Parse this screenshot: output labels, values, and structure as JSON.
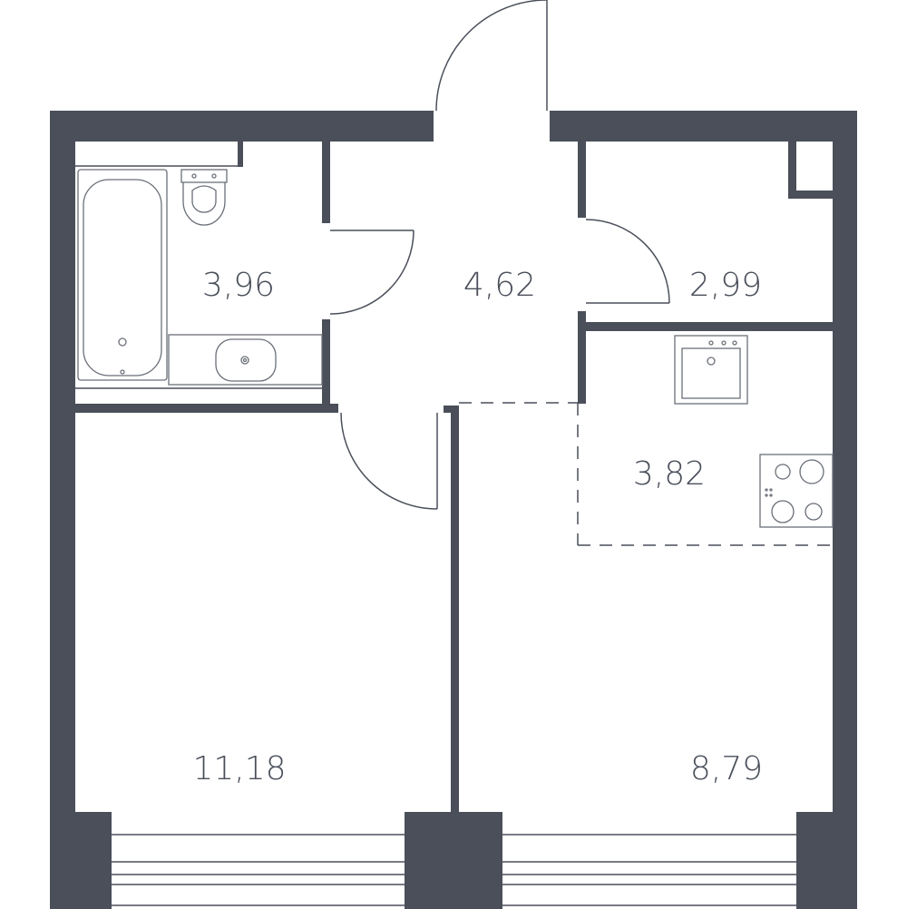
{
  "rooms": {
    "bathroom": {
      "area": "3,96"
    },
    "hallway": {
      "area": "4,62"
    },
    "storage": {
      "area": "2,99"
    },
    "kitchen": {
      "area": "3,82"
    },
    "bedroom": {
      "area": "11,18"
    },
    "living": {
      "area": "8,79"
    }
  },
  "colors": {
    "wall": "#4a4f5a",
    "background": "#ffffff"
  }
}
